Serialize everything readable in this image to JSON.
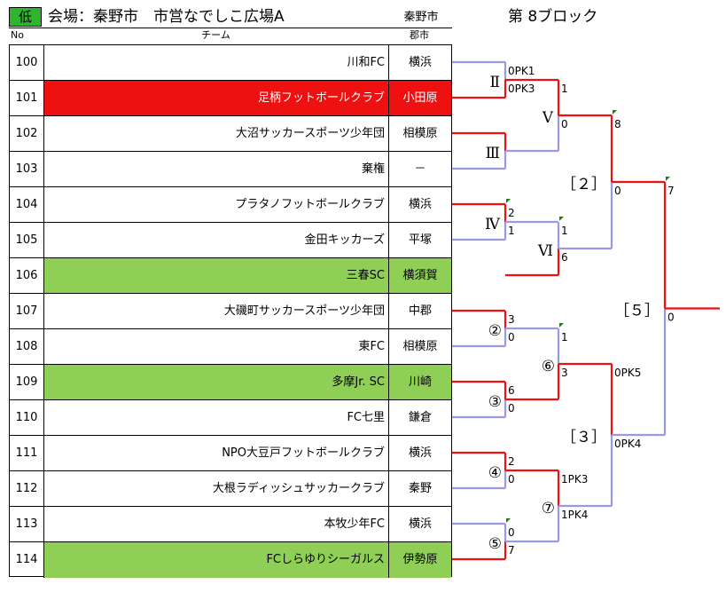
{
  "header": {
    "grade": "低",
    "venue_title": "会場：秦野市　市営なでしこ広場A",
    "venue_city": "秦野市",
    "block_title": "第 8ブロック",
    "col_no": "No",
    "col_team": "チーム",
    "col_city": "郡市"
  },
  "colors": {
    "winner_line": "#ee1111",
    "loser_line": "#9999e8",
    "highlight_red": "#ee1111",
    "highlight_green": "#8fcf55",
    "grade_badge": "#2db52d"
  },
  "teams": [
    {
      "no": "100",
      "name": "川和FC",
      "city": "横浜",
      "highlight": ""
    },
    {
      "no": "101",
      "name": "足柄フットボールクラブ",
      "city": "小田原",
      "highlight": "red"
    },
    {
      "no": "102",
      "name": "大沼サッカースポーツ少年団",
      "city": "相模原",
      "highlight": ""
    },
    {
      "no": "103",
      "name": "棄権",
      "city": "－",
      "highlight": ""
    },
    {
      "no": "104",
      "name": "プラタノフットボールクラブ",
      "city": "横浜",
      "highlight": ""
    },
    {
      "no": "105",
      "name": "金田キッカーズ",
      "city": "平塚",
      "highlight": ""
    },
    {
      "no": "106",
      "name": "三春SC",
      "city": "横須賀",
      "highlight": "green"
    },
    {
      "no": "107",
      "name": "大磯町サッカースポーツ少年団",
      "city": "中郡",
      "highlight": ""
    },
    {
      "no": "108",
      "name": "東FC",
      "city": "相模原",
      "highlight": ""
    },
    {
      "no": "109",
      "name": "多摩Jr. SC",
      "city": "川崎",
      "highlight": "green"
    },
    {
      "no": "110",
      "name": "FC七里",
      "city": "鎌倉",
      "highlight": ""
    },
    {
      "no": "111",
      "name": "NPO大豆戸フットボールクラブ",
      "city": "横浜",
      "highlight": ""
    },
    {
      "no": "112",
      "name": "大根ラディッシュサッカークラブ",
      "city": "秦野",
      "highlight": ""
    },
    {
      "no": "113",
      "name": "本牧少年FC",
      "city": "横浜",
      "highlight": ""
    },
    {
      "no": "114",
      "name": "FCしらゆりシーガルス",
      "city": "伊勢原",
      "highlight": "green"
    }
  ],
  "bracket": {
    "round1": [
      {
        "label": "Ⅱ",
        "top_score": "0PK1",
        "bottom_score": "0PK3"
      },
      {
        "label": "Ⅲ",
        "top_score": "",
        "bottom_score": ""
      },
      {
        "label": "Ⅳ",
        "top_score": "2",
        "bottom_score": "1"
      },
      {
        "label": "②",
        "top_score": "3",
        "bottom_score": "0"
      },
      {
        "label": "③",
        "top_score": "6",
        "bottom_score": "0"
      },
      {
        "label": "④",
        "top_score": "2",
        "bottom_score": "0"
      },
      {
        "label": "⑤",
        "top_score": "0",
        "bottom_score": "7"
      }
    ],
    "round2": [
      {
        "label": "Ⅴ",
        "top_score": "1",
        "bottom_score": "0"
      },
      {
        "label": "Ⅵ",
        "top_score": "1",
        "bottom_score": "6"
      },
      {
        "label": "⑥",
        "top_score": "1",
        "bottom_score": "3"
      },
      {
        "label": "⑦",
        "top_score": "1PK3",
        "bottom_score": "1PK4"
      }
    ],
    "round3": [
      {
        "label": "［２］",
        "top_score": "8",
        "bottom_score": "0"
      },
      {
        "label": "［３］",
        "top_score": "0PK5",
        "bottom_score": "0PK4"
      }
    ],
    "final": {
      "label": "［５］",
      "top_score": "7",
      "bottom_score": "0"
    }
  }
}
